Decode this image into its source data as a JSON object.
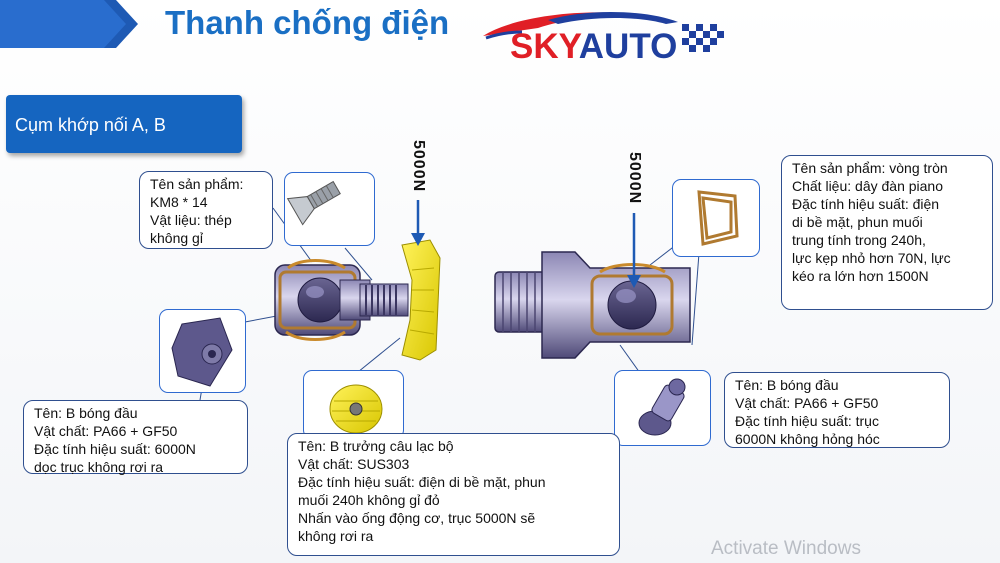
{
  "header": {
    "title": "Thanh chống điện",
    "logo_text": "SKYAUTO",
    "accent": "#1a6fc4",
    "logo_red": "#e01f26",
    "logo_blue": "#1f3f9e"
  },
  "section": {
    "label": "Cụm khớp nối A, B"
  },
  "forces": {
    "left": "5000N",
    "right": "5000N"
  },
  "callouts": {
    "screw": [
      "Tên sản phẩm:",
      "KM8 * 14",
      "Vật liệu: thép",
      "không gỉ"
    ],
    "ball_a": [
      "Tên: B bóng đầu",
      "Vật chất: PA66 + GF50",
      "Đặc tính hiệu suất: 6000N",
      "dọc trục không rơi ra"
    ],
    "clip": [
      "Tên: B trưởng câu lạc bộ",
      "Vật chất: SUS303",
      "Đặc tính hiệu suất: điện di bề mặt, phun",
      "muối 240h không gỉ đỏ",
      "Nhấn vào ống động cơ, trục 5000N sẽ",
      "không rơi ra"
    ],
    "ball_b": [
      "Tên: B bóng đầu",
      "Vật chất: PA66 + GF50",
      "Đặc tính hiệu suất: trục",
      "6000N không hỏng hóc"
    ],
    "ring": [
      "Tên sản phẩm: vòng tròn",
      "Chất liệu: dây đàn piano",
      "Đặc tính hiệu suất: điện",
      "di bề mặt, phun muối",
      "trung tính trong 240h,",
      "lực kẹp nhỏ hơn 70N, lực",
      "kéo ra lớn hơn 1500N"
    ]
  },
  "watermark": "Activate Windows"
}
